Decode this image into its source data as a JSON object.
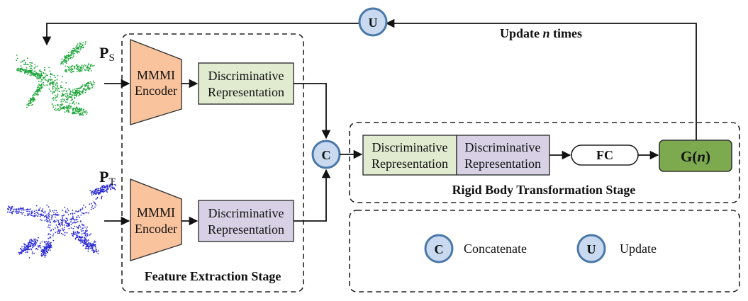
{
  "feedback": {
    "label_prefix": "Update ",
    "label_var": "n",
    "label_suffix": " times",
    "node_letter": "U"
  },
  "source": {
    "label_main": "P",
    "label_sub": "S",
    "encoder_line1": "MMMI",
    "encoder_line2": "Encoder",
    "repr_line1": "Discriminative",
    "repr_line2": "Representation"
  },
  "target": {
    "label_main": "P",
    "label_sub": "T",
    "encoder_line1": "MMMI",
    "encoder_line2": "Encoder",
    "repr_line1": "Discriminative",
    "repr_line2": "Representation"
  },
  "concat_node": {
    "letter": "C"
  },
  "rigid": {
    "repr_s_line1": "Discriminative",
    "repr_s_line2": "Representation",
    "repr_t_line1": "Discriminative",
    "repr_t_line2": "Representation",
    "fc_label": "FC",
    "g_prefix": "G(",
    "g_var": "n",
    "g_suffix": ")",
    "stage_title": "Rigid Body Transformation Stage"
  },
  "feature_stage_title": "Feature Extraction Stage",
  "legend": {
    "concat_letter": "C",
    "concat_text": "Concatenate",
    "update_letter": "U",
    "update_text": "Update"
  },
  "colors": {
    "encoder_fill": "#f9c39d",
    "repr_green": "#e0ebd0",
    "repr_purple": "#d8d1e6",
    "node_fill": "#c9daf0",
    "node_stroke": "#4a78a8",
    "g_fill": "#7eaa4f",
    "cloud_green": "#1ea63a",
    "cloud_blue": "#2a2ad4"
  }
}
